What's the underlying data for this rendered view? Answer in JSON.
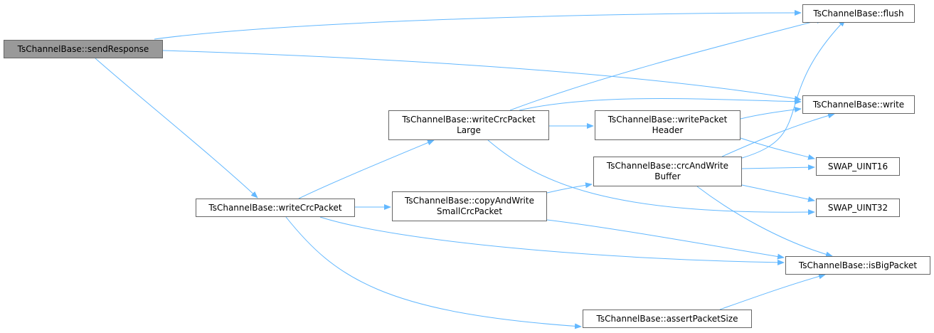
{
  "graph": {
    "nodes": {
      "sendResponse": {
        "lines": [
          "TsChannelBase::sendResponse"
        ]
      },
      "writeCrcPacket": {
        "lines": [
          "TsChannelBase::writeCrcPacket"
        ]
      },
      "writeCrcPacketLarge": {
        "lines": [
          "TsChannelBase::writeCrcPacket",
          "Large"
        ]
      },
      "copyAndWrite": {
        "lines": [
          "TsChannelBase::copyAndWrite",
          "SmallCrcPacket"
        ]
      },
      "writePacketHeader": {
        "lines": [
          "TsChannelBase::writePacket",
          "Header"
        ]
      },
      "crcAndWrite": {
        "lines": [
          "TsChannelBase::crcAndWrite",
          "Buffer"
        ]
      },
      "assertPacketSize": {
        "lines": [
          "TsChannelBase::assertPacketSize"
        ]
      },
      "flush": {
        "lines": [
          "TsChannelBase::flush"
        ]
      },
      "write": {
        "lines": [
          "TsChannelBase::write"
        ]
      },
      "swap16": {
        "lines": [
          "SWAP_UINT16"
        ]
      },
      "swap32": {
        "lines": [
          "SWAP_UINT32"
        ]
      },
      "isBigPacket": {
        "lines": [
          "TsChannelBase::isBigPacket"
        ]
      }
    },
    "edges": [
      [
        "sendResponse",
        "flush"
      ],
      [
        "sendResponse",
        "write"
      ],
      [
        "sendResponse",
        "writeCrcPacket"
      ],
      [
        "writeCrcPacket",
        "writeCrcPacketLarge"
      ],
      [
        "writeCrcPacket",
        "copyAndWrite"
      ],
      [
        "writeCrcPacket",
        "isBigPacket"
      ],
      [
        "writeCrcPacket",
        "assertPacketSize"
      ],
      [
        "writeCrcPacketLarge",
        "flush"
      ],
      [
        "writeCrcPacketLarge",
        "write"
      ],
      [
        "writeCrcPacketLarge",
        "writePacketHeader"
      ],
      [
        "writeCrcPacketLarge",
        "swap32"
      ],
      [
        "copyAndWrite",
        "crcAndWrite"
      ],
      [
        "copyAndWrite",
        "isBigPacket"
      ],
      [
        "writePacketHeader",
        "write"
      ],
      [
        "writePacketHeader",
        "swap16"
      ],
      [
        "crcAndWrite",
        "flush"
      ],
      [
        "crcAndWrite",
        "write"
      ],
      [
        "crcAndWrite",
        "swap16"
      ],
      [
        "crcAndWrite",
        "swap32"
      ],
      [
        "crcAndWrite",
        "isBigPacket"
      ],
      [
        "assertPacketSize",
        "isBigPacket"
      ]
    ],
    "colors": {
      "edge": "#63b8ff",
      "root_fill": "#999999",
      "node_border": "#666666"
    }
  }
}
